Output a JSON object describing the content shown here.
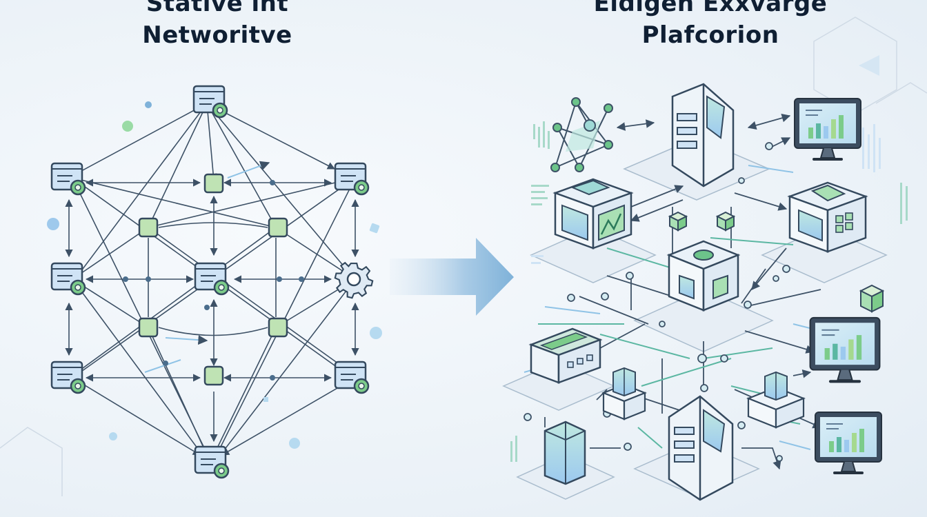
{
  "left_panel": {
    "title_line_1": "Stative int",
    "title_line_2": "Networitve"
  },
  "right_panel": {
    "title_line_1": "Eidigen Exxvarge",
    "title_line_2": "Plafcorion"
  },
  "colors": {
    "background": "#eef3f8",
    "stroke": "#34495e",
    "node_blue": "#cfe3f5",
    "node_green": "#bfe3b4",
    "accent_green": "#6cc48a",
    "accent_teal": "#5bb7a2",
    "arrow_blue": "#7fb2d9"
  },
  "icons": [
    "document-server-icon",
    "settings-gear-icon",
    "transition-arrow-icon",
    "data-cube-icon",
    "server-tower-icon",
    "monitor-chart-icon",
    "network-graph-icon"
  ]
}
